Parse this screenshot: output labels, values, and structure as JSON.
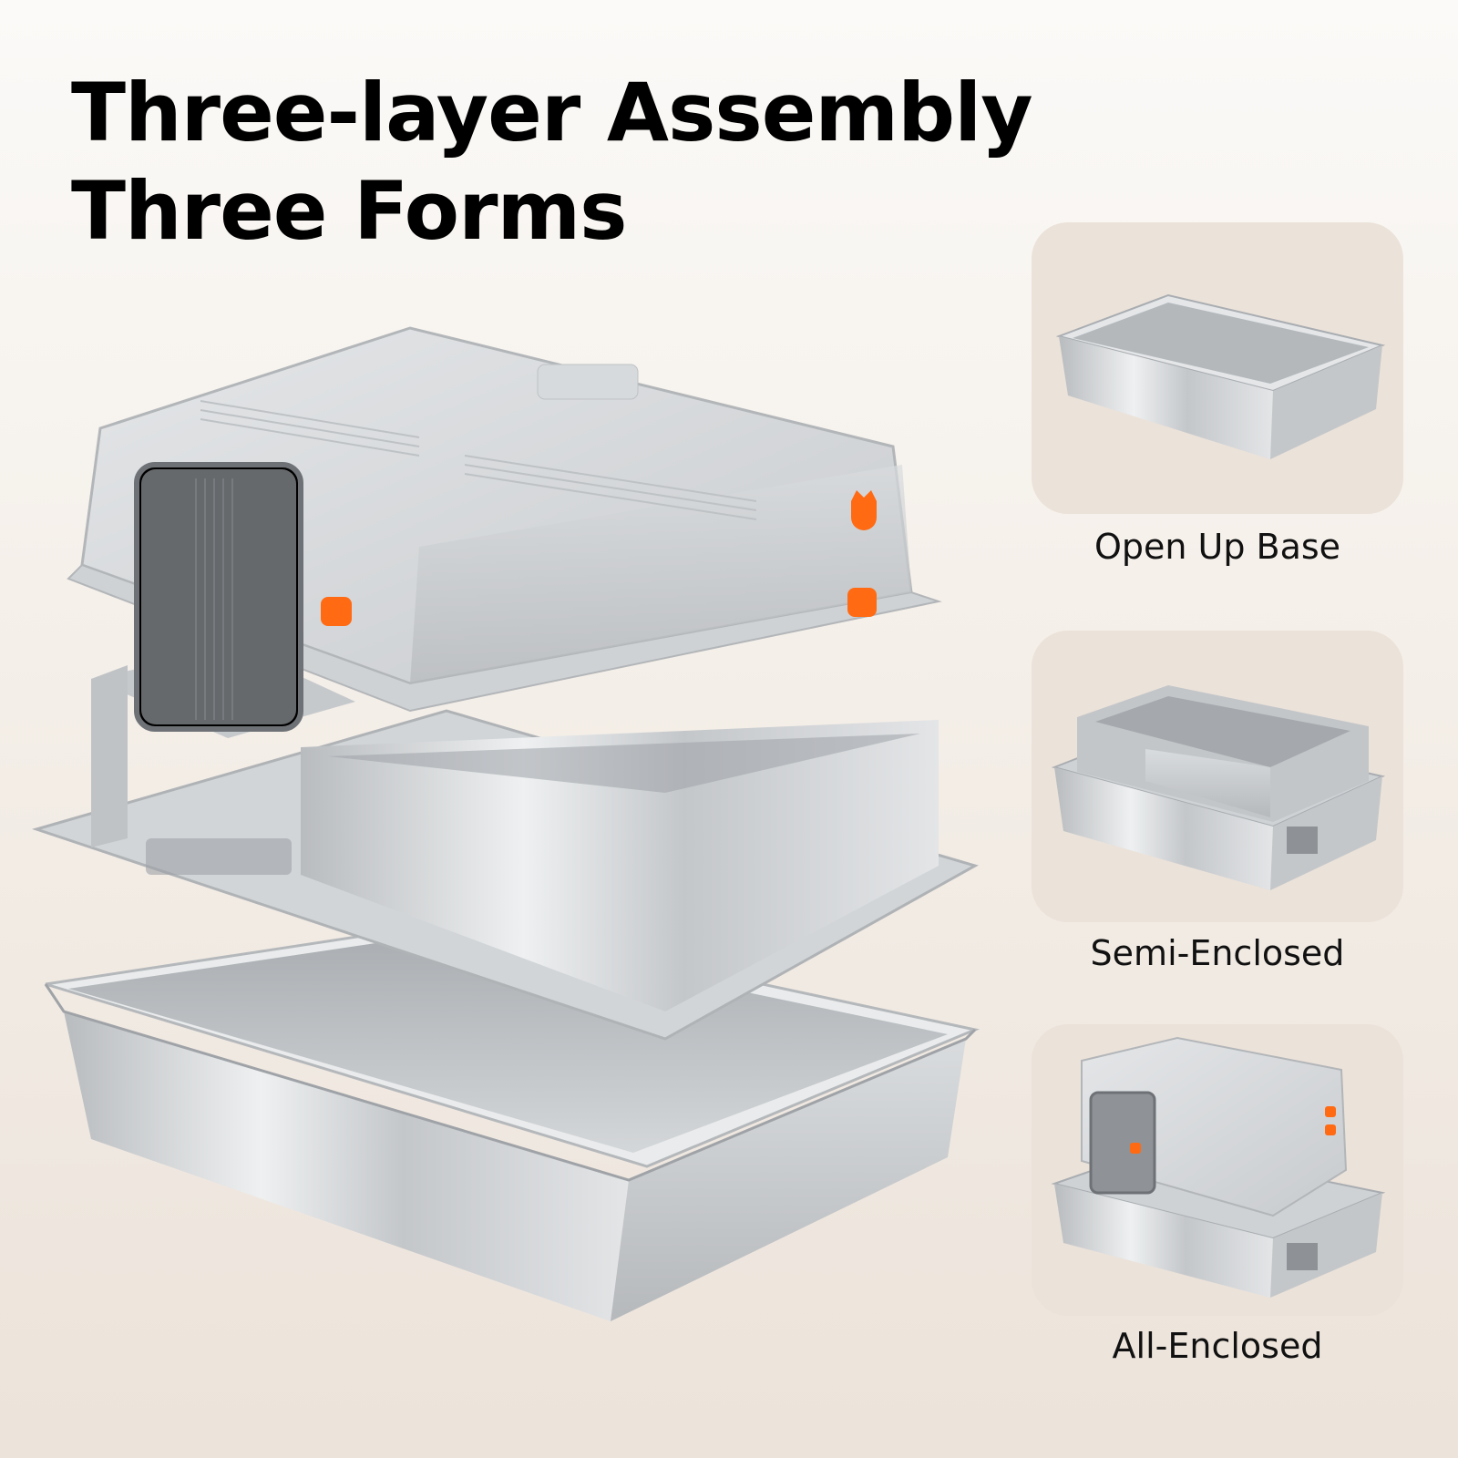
{
  "headline": {
    "line1": "Three-layer Assembly",
    "line2": "Three Forms"
  },
  "forms": [
    {
      "caption": "Open Up Base",
      "icon": "open-base-tray-image"
    },
    {
      "caption": "Semi-Enclosed",
      "icon": "semi-enclosed-box-image"
    },
    {
      "caption": "All-Enclosed",
      "icon": "all-enclosed-box-image"
    }
  ],
  "colors": {
    "accent_orange": "#ff6a13",
    "steel": "#c9cbcd",
    "card_bg": "#ebe2d9",
    "text": "#000000"
  }
}
